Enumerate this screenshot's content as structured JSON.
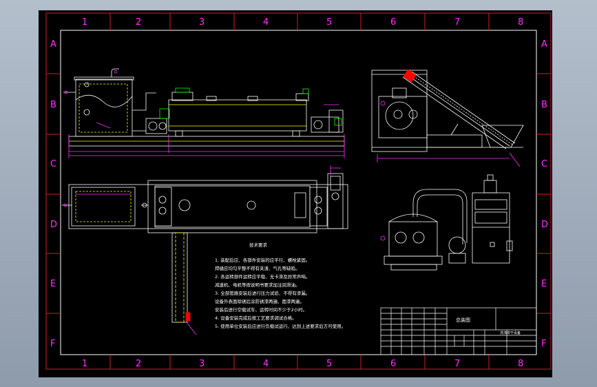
{
  "drawing": {
    "zone_columns": [
      "1",
      "2",
      "3",
      "4",
      "5",
      "6",
      "7",
      "8"
    ],
    "zone_rows": [
      "A",
      "B",
      "C",
      "D",
      "E",
      "F"
    ],
    "notes_title": "技术要求",
    "notes": [
      "1. 装配后应、各部件安装的应平行、螺栓紧固。",
      "   焊缝应均匀平整不得有夹渣、气孔等缺陷。",
      "2. 各运转部件运转应平稳、无卡滞及异常声响。",
      "   减速机、电机等按说明书要求加注润滑油。",
      "3. 全部管路安装后进行压力试验、不得有渗漏。",
      "   设备外表面除锈后涂防锈漆两遍、面漆两遍。",
      "   安装后进行空载试车、运转时间不少于2小时。",
      "4. 设备安装完成后按工艺要求调试合格。",
      "5. 使用单位安装后应进行负载试运行、达到上述要求后方可使用。"
    ],
    "title_block": {
      "title": "总装图",
      "drawing_name": "洗涤烘干设备"
    }
  }
}
